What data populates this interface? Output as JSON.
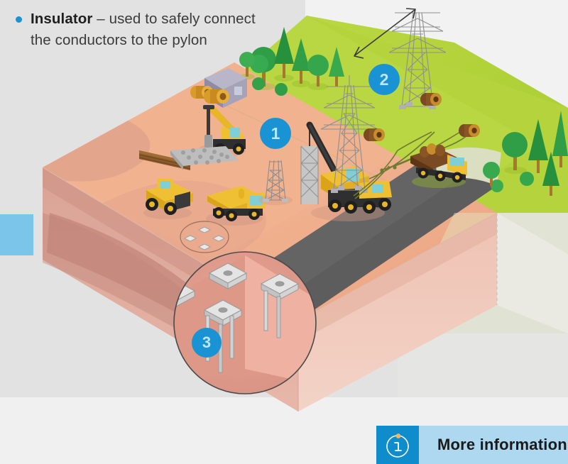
{
  "caption": {
    "bullet_color": "#1993d2",
    "term": "Insulator",
    "dash": " – ",
    "description": "used to safely connect the conductors to the pylon",
    "line1": "used to safely",
    "line2": "connect the conductors",
    "line3": "to the pylon"
  },
  "markers": [
    {
      "id": "1",
      "label": "1",
      "meaning": "pylon-assembly-section"
    },
    {
      "id": "2",
      "label": "2",
      "meaning": "conductor-stringing-towers"
    },
    {
      "id": "3",
      "label": "3",
      "meaning": "pile-foundations-detail"
    }
  ],
  "more_information": {
    "label": "More information",
    "icon": "info-circle-icon",
    "icon_bg": "#0f8ccc",
    "bar_bg": "#aed8f0"
  },
  "left_tab": {
    "color": "#7bc5ea",
    "name": "left-edge-tab"
  },
  "scene": {
    "title": "pylon-construction-site-isometric",
    "colors": {
      "background": "#e2e2e2",
      "footer": "#f0f0f0",
      "grass": "#b4d43a",
      "grass_dark": "#a3c630",
      "soil_top": "#efae8c",
      "soil_top_light": "#f2bb9c",
      "soil_face_left": "#d8a295",
      "soil_face_right": "#e8bbae",
      "soil_stratum_dark": "#b9796d",
      "soil_stratum_mid": "#c98d80",
      "road": "#5d5d5d",
      "road_light": "#6e6e6e",
      "machine_yellow": "#f2c12e",
      "machine_yellow_dark": "#d9a418",
      "machine_cyan": "#7fd0d6",
      "steel_grey": "#b9b9b9",
      "tree_green": "#2f9e46",
      "tree_green_dark": "#1f7c36",
      "trunk": "#a8762f",
      "drum_brown": "#7a4a22",
      "drum_gold": "#d99b2b",
      "marker_blue": "#1a93d4",
      "marker_text": "#bfe6fa"
    },
    "elements": [
      {
        "name": "green-field",
        "desc": "upper green meadow plateau"
      },
      {
        "name": "bare-soil-construction-area",
        "desc": "orange excavated working area"
      },
      {
        "name": "terrain-cut-block",
        "desc": "isometric cutaway ground block with soil strata"
      },
      {
        "name": "asphalt-road",
        "desc": "grey road crossing the terrain diagonally"
      },
      {
        "name": "tree-cluster-back-left",
        "desc": "deciduous and conifer trees"
      },
      {
        "name": "tree-cluster-right",
        "desc": "deciduous and conifer trees at right edge"
      },
      {
        "name": "site-container",
        "desc": "grey-violet site office container"
      },
      {
        "name": "cable-drums-stack",
        "desc": "yellow cable drums beside container"
      },
      {
        "name": "excavator-drill-rig",
        "desc": "yellow tracked drilling excavator"
      },
      {
        "name": "timber-stack",
        "desc": "stack of brown timber beams"
      },
      {
        "name": "gravel-pile",
        "desc": "grey crushed stone pile"
      },
      {
        "name": "bulldozer",
        "desc": "yellow bulldozer with blade"
      },
      {
        "name": "dump-truck",
        "desc": "yellow tipper truck"
      },
      {
        "name": "foundation-layout-circle",
        "desc": "circle marking four pile positions"
      },
      {
        "name": "pylon-base-section",
        "desc": "erected lattice base of a pylon"
      },
      {
        "name": "lattice-section-lifted",
        "desc": "lattice segment hanging from crane hook"
      },
      {
        "name": "mobile-crane",
        "desc": "yellow mobile crane with black lattice boom"
      },
      {
        "name": "transmission-tower-near",
        "desc": "completed lattice pylon in field"
      },
      {
        "name": "transmission-tower-far",
        "desc": "completed lattice pylon at back"
      },
      {
        "name": "cable-drum-field",
        "desc": "conductor drums on the green field"
      },
      {
        "name": "stringing-cables",
        "desc": "conductor ropes being pulled between towers"
      },
      {
        "name": "flatbed-truck",
        "desc": "yellow flatbed lorry carrying drums"
      },
      {
        "name": "magnifier-circle",
        "desc": "circular zoom inset of the foundation"
      },
      {
        "name": "pile-foundations",
        "desc": "four concrete pile caps with driven piles"
      },
      {
        "name": "span-arrow",
        "desc": "double headed arrow showing tower span"
      }
    ]
  }
}
